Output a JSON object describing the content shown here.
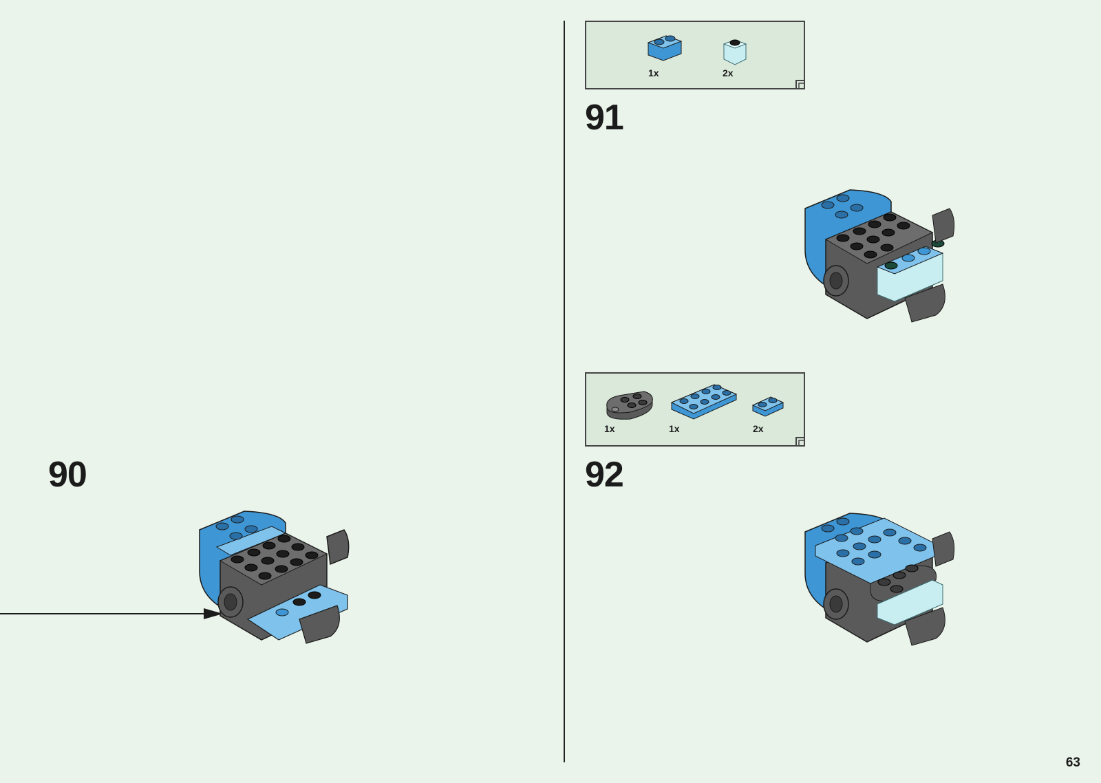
{
  "steps": [
    {
      "number": "90"
    },
    {
      "number": "91",
      "parts": [
        {
          "qty": "1x",
          "part": "brick-1x2-medium-azure"
        },
        {
          "qty": "2x",
          "part": "brick-1x1-trans-light-blue"
        }
      ]
    },
    {
      "number": "92",
      "parts": [
        {
          "qty": "1x",
          "part": "plate-round-end-dark-gray"
        },
        {
          "qty": "1x",
          "part": "plate-2x4-medium-azure"
        },
        {
          "qty": "2x",
          "part": "plate-1x2-medium-azure"
        }
      ]
    }
  ],
  "page_number": "63",
  "colors": {
    "background": "#eaf4ea",
    "parts_box": "#dbe9db",
    "azure": "#3e96d4",
    "azure_light": "#7fc3ec",
    "dark_gray": "#5a5a5a",
    "black": "#1c1c1c",
    "trans_light_blue": "#c9eef2"
  }
}
